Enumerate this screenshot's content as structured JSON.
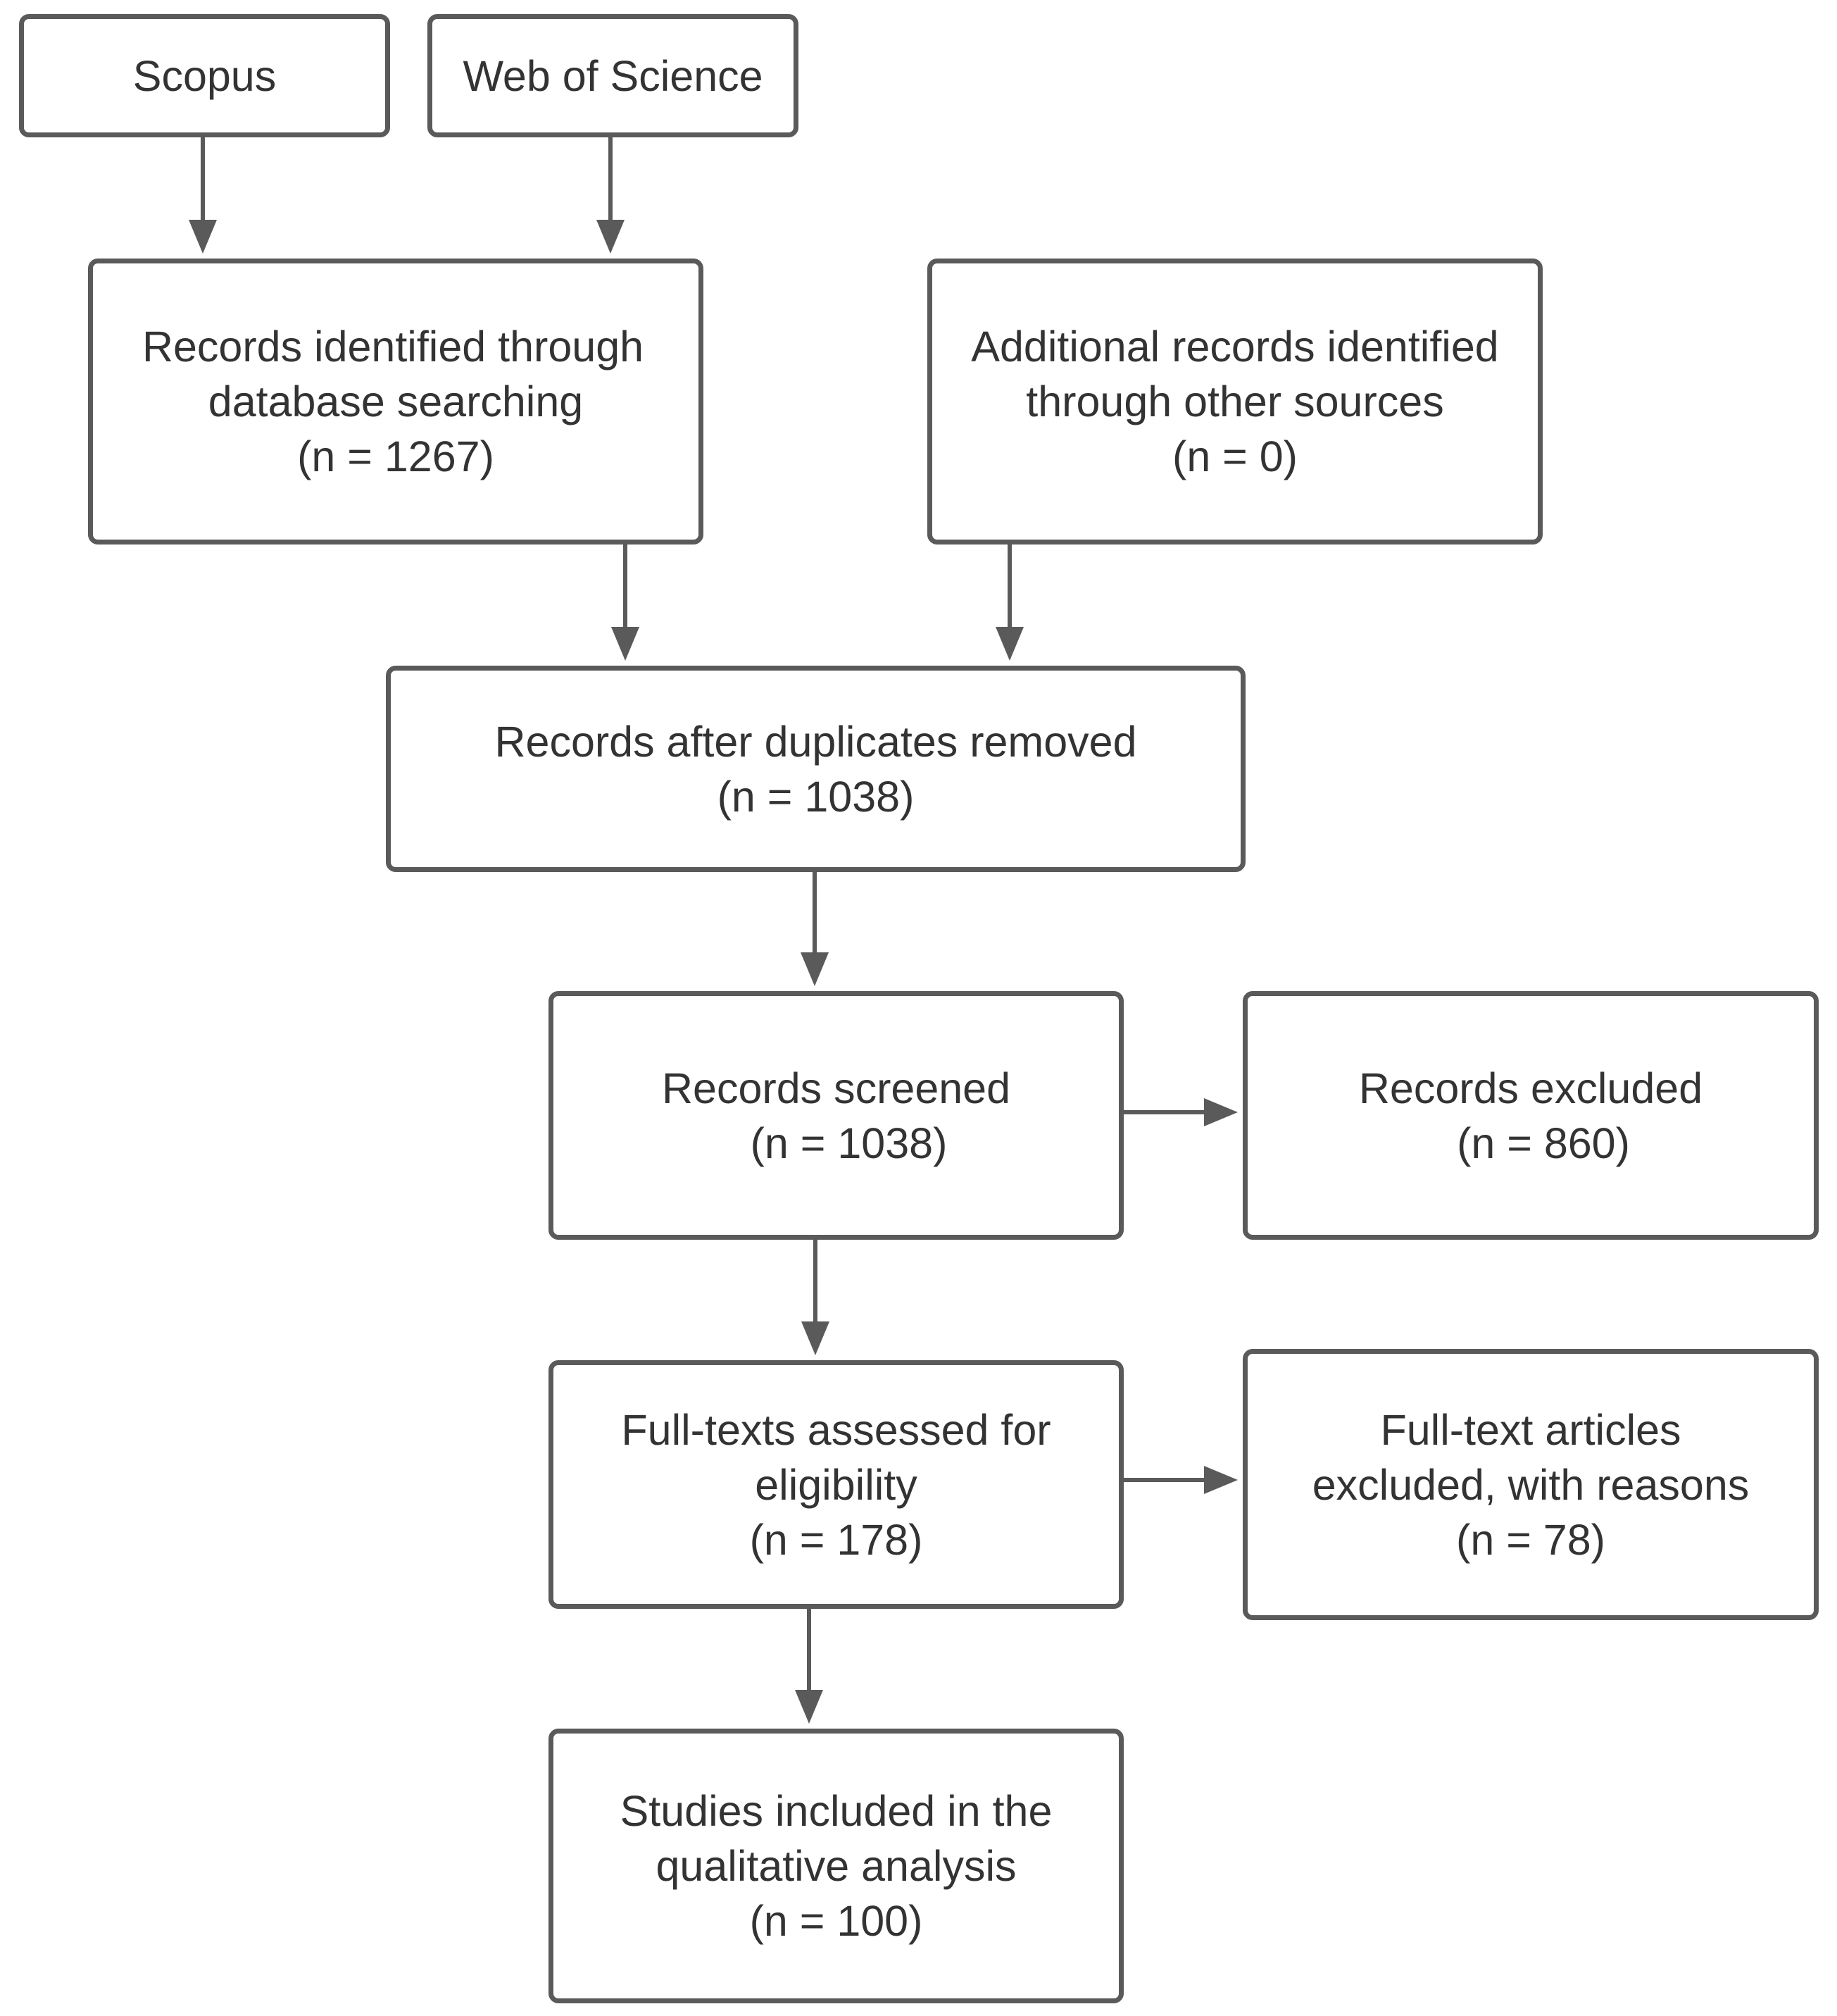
{
  "diagram": {
    "boxes": {
      "scopus": {
        "lines": [
          "Scopus"
        ]
      },
      "wos": {
        "lines": [
          "Web of Science"
        ]
      },
      "database": {
        "lines": [
          "Records identified through",
          "database searching",
          "(n = 1267)"
        ]
      },
      "other": {
        "lines": [
          "Additional records identified",
          "through other sources",
          "(n = 0)"
        ]
      },
      "dedup": {
        "lines": [
          "Records after duplicates removed",
          "(n = 1038)"
        ]
      },
      "screened": {
        "lines": [
          "Records screened",
          "(n = 1038)"
        ]
      },
      "excluded": {
        "lines": [
          "Records excluded",
          "(n = 860)"
        ]
      },
      "fulltext": {
        "lines": [
          "Full-texts assessed for",
          "eligibility",
          "(n = 178)"
        ]
      },
      "ft_excluded": {
        "lines": [
          "Full-text articles",
          "excluded, with reasons",
          "(n = 78)"
        ]
      },
      "included": {
        "lines": [
          "Studies included in the",
          "qualitative analysis",
          "(n = 100)"
        ]
      }
    },
    "arrows": [
      {
        "from": "scopus",
        "to": "database"
      },
      {
        "from": "wos",
        "to": "database"
      },
      {
        "from": "database",
        "to": "dedup"
      },
      {
        "from": "other",
        "to": "dedup"
      },
      {
        "from": "dedup",
        "to": "screened"
      },
      {
        "from": "screened",
        "to": "excluded"
      },
      {
        "from": "screened",
        "to": "fulltext"
      },
      {
        "from": "fulltext",
        "to": "ft_excluded"
      },
      {
        "from": "fulltext",
        "to": "included"
      }
    ],
    "colors": {
      "stroke": "#5a5a5a",
      "text": "#333333",
      "background": "#ffffff"
    }
  }
}
